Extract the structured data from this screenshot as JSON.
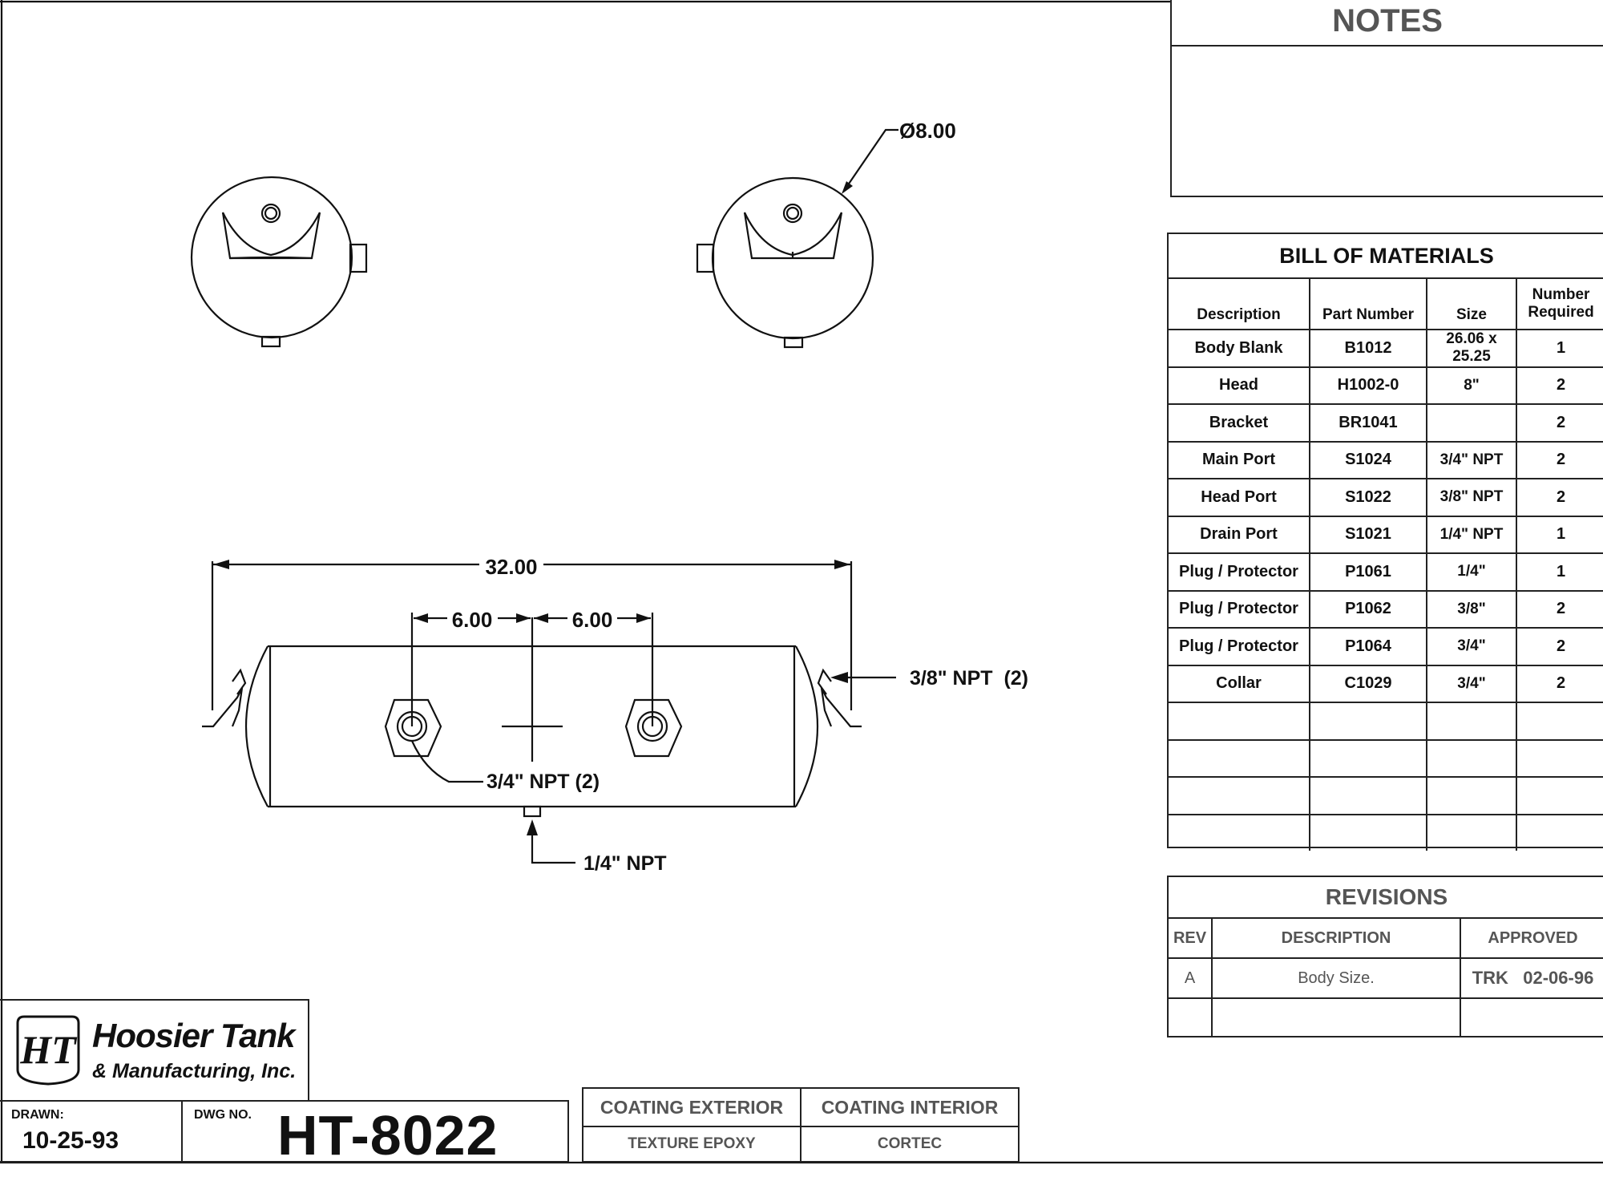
{
  "notes": {
    "title": "NOTES"
  },
  "bom": {
    "title": "BILL OF MATERIALS",
    "headers": [
      "Description",
      "Part Number",
      "Size",
      "Number Required"
    ],
    "rows": [
      [
        "Body Blank",
        "B1012",
        "26.06 x 25.25",
        "1"
      ],
      [
        "Head",
        "H1002-0",
        "8\"",
        "2"
      ],
      [
        "Bracket",
        "BR1041",
        "",
        "2"
      ],
      [
        "Main Port",
        "S1024",
        "3/4\" NPT",
        "2"
      ],
      [
        "Head Port",
        "S1022",
        "3/8\" NPT",
        "2"
      ],
      [
        "Drain Port",
        "S1021",
        "1/4\" NPT",
        "1"
      ],
      [
        "Plug / Protector",
        "P1061",
        "1/4\"",
        "1"
      ],
      [
        "Plug / Protector",
        "P1062",
        "3/8\"",
        "2"
      ],
      [
        "Plug / Protector",
        "P1064",
        "3/4\"",
        "2"
      ],
      [
        "Collar",
        "C1029",
        "3/4\"",
        "2"
      ],
      [
        "",
        "",
        "",
        ""
      ],
      [
        "",
        "",
        "",
        ""
      ],
      [
        "",
        "",
        "",
        ""
      ],
      [
        "",
        "",
        "",
        ""
      ]
    ]
  },
  "revisions": {
    "title": "REVISIONS",
    "headers": [
      "REV",
      "DESCRIPTION",
      "APPROVED"
    ],
    "rows": [
      [
        "A",
        "Body Size.",
        "TRK   02-06-96"
      ],
      [
        "",
        "",
        ""
      ]
    ]
  },
  "titleblock": {
    "logo_mark": "HT",
    "company_line1": "Hoosier Tank",
    "company_line2": "& Manufacturing, Inc.",
    "drawn_label": "DRAWN:",
    "drawn_date": "10-25-93",
    "dwg_label": "DWG NO.",
    "dwg_number": "HT-8022"
  },
  "coating": {
    "headers": [
      "COATING EXTERIOR",
      "COATING INTERIOR"
    ],
    "values": [
      "TEXTURE EPOXY",
      "CORTEC"
    ]
  },
  "dimensions": {
    "diameter": "Ø8.00",
    "overall_length": "32.00",
    "port_spacing_left": "6.00",
    "port_spacing_right": "6.00",
    "head_port_callout": "3/8\" NPT  (2)",
    "main_port_callout": "3/4\" NPT (2)",
    "drain_port_callout": "1/4\" NPT"
  }
}
